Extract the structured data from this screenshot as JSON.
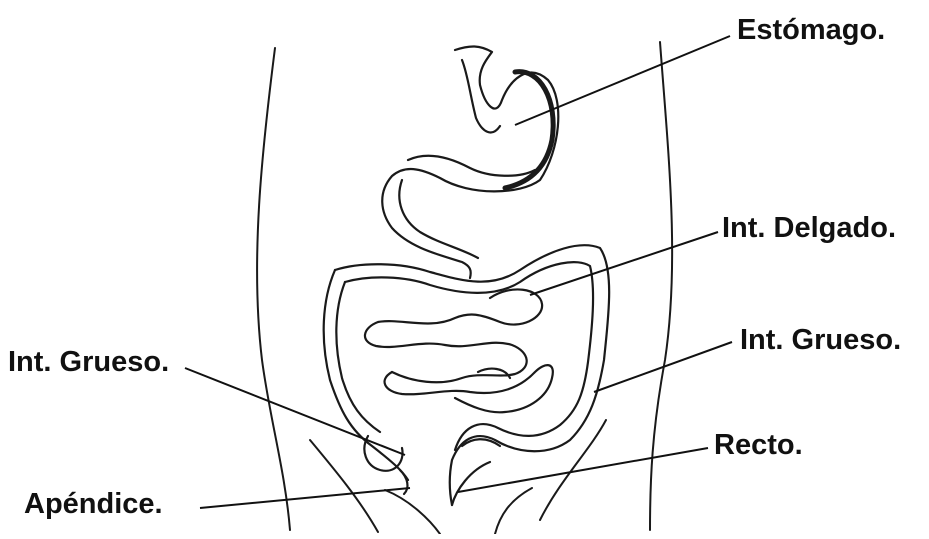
{
  "labels": {
    "estomago": "Estómago.",
    "int_delgado": "Int. Delgado.",
    "int_grueso_right": "Int. Grueso.",
    "recto": "Recto.",
    "int_grueso_left": "Int. Grueso.",
    "apendice": "Apéndice."
  },
  "colors": {
    "ink": "#1a1a1a",
    "background": "#ffffff"
  }
}
